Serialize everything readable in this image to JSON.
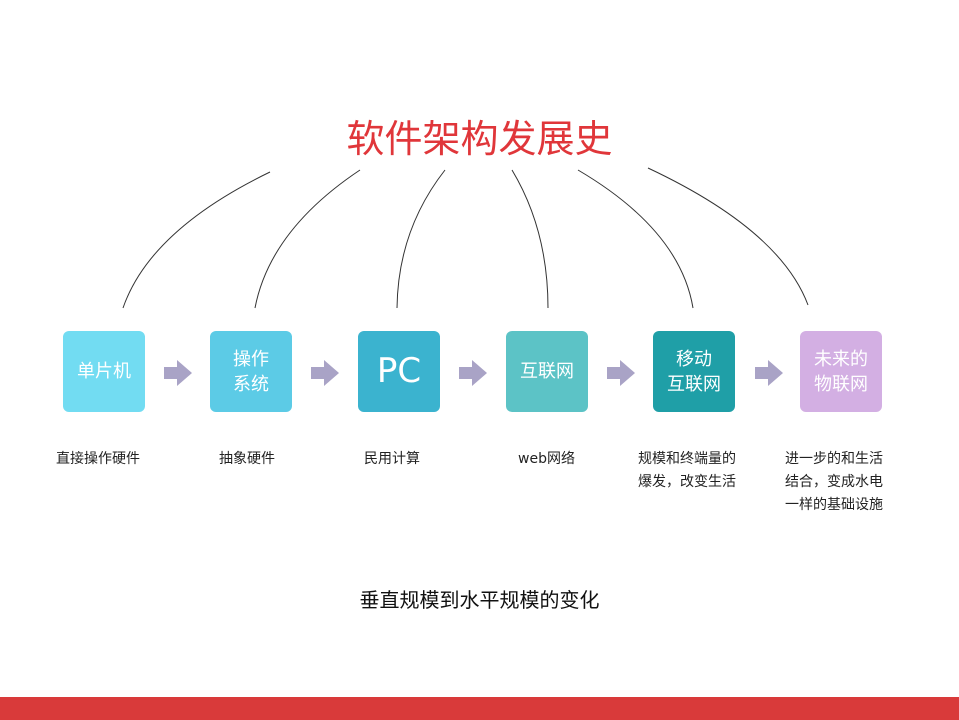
{
  "title": "软件架构发展史",
  "stages": [
    {
      "label": "单片机",
      "desc": "直接操作硬件",
      "color": "#72dcf2"
    },
    {
      "label": "操作\n系统",
      "desc": "抽象硬件",
      "color": "#5ccbe6"
    },
    {
      "label": "PC",
      "desc": "民用计算",
      "color": "#3bb3cf"
    },
    {
      "label": "互联网",
      "desc": "web网络",
      "color": "#5cc3c6"
    },
    {
      "label": "移动\n互联网",
      "desc": "规模和终端量的\n爆发，改变生活",
      "color": "#1f9fa7"
    },
    {
      "label": "未来的\n物联网",
      "desc": "进一步的和生活\n结合，变成水电\n一样的基础设施",
      "color": "#d3afe3"
    }
  ],
  "arrow_color": "#a9a3c6",
  "subtitle": "垂直规模到水平规模的变化",
  "accent": "#d93a3a"
}
